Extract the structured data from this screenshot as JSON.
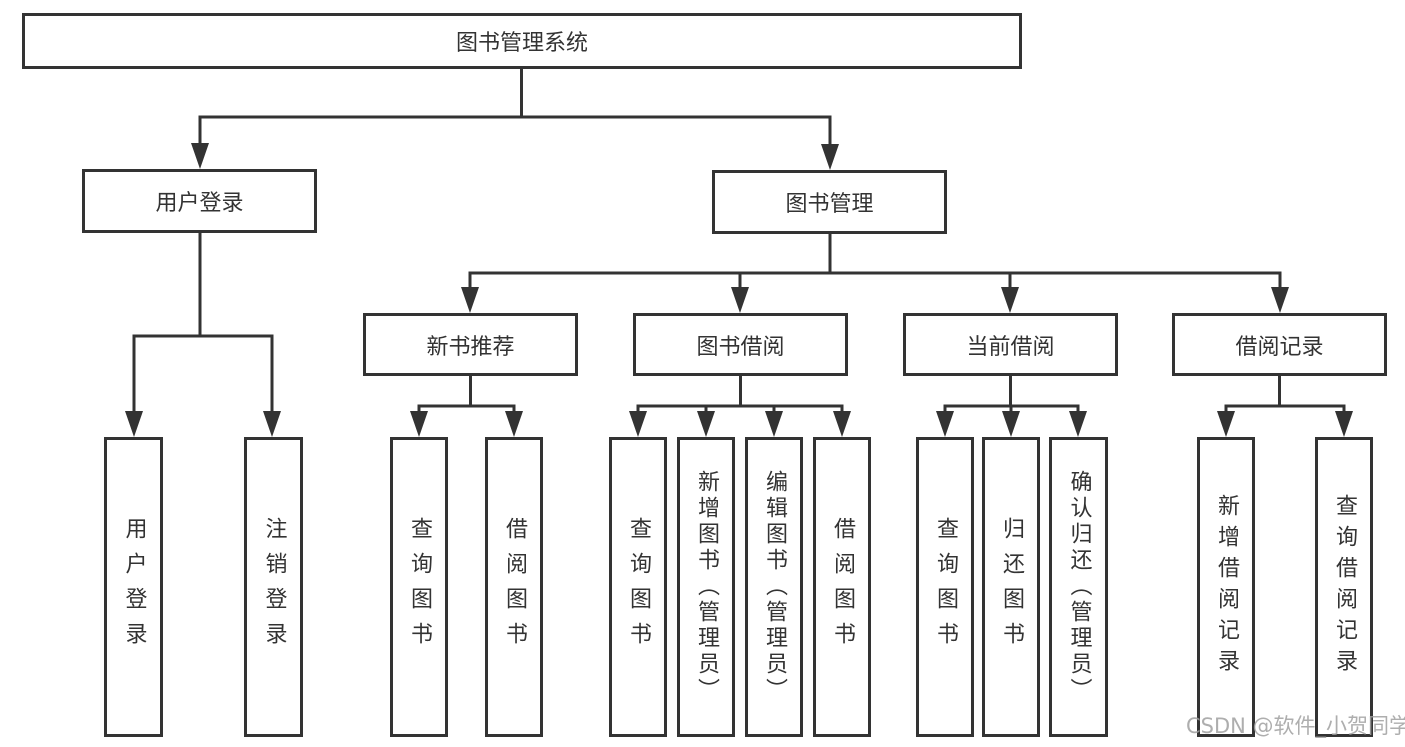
{
  "diagram": {
    "colors": {
      "line": "#333333",
      "box_border": "#333333",
      "box_fill": "#ffffff",
      "text": "#333333",
      "watermark": "#a0a0a0"
    },
    "tree": {
      "root": {
        "label": "图书管理系统",
        "children": [
          {
            "label": "用户登录",
            "children": [
              {
                "label": "用户登录"
              },
              {
                "label": "注销登录"
              }
            ]
          },
          {
            "label": "图书管理",
            "children": [
              {
                "label": "新书推荐",
                "children": [
                  {
                    "label": "查询图书"
                  },
                  {
                    "label": "借阅图书"
                  }
                ]
              },
              {
                "label": "图书借阅",
                "children": [
                  {
                    "label": "查询图书"
                  },
                  {
                    "label": "新增图书（管理员）"
                  },
                  {
                    "label": "编辑图书（管理员）"
                  },
                  {
                    "label": "借阅图书"
                  }
                ]
              },
              {
                "label": "当前借阅",
                "children": [
                  {
                    "label": "查询图书"
                  },
                  {
                    "label": "归还图书"
                  },
                  {
                    "label": "确认归还（管理员）"
                  }
                ]
              },
              {
                "label": "借阅记录",
                "children": [
                  {
                    "label": "新增借阅记录"
                  },
                  {
                    "label": "查询借阅记录"
                  }
                ]
              }
            ]
          }
        ]
      }
    },
    "watermark": {
      "text": "CSDN @软件_小贺同学"
    }
  }
}
